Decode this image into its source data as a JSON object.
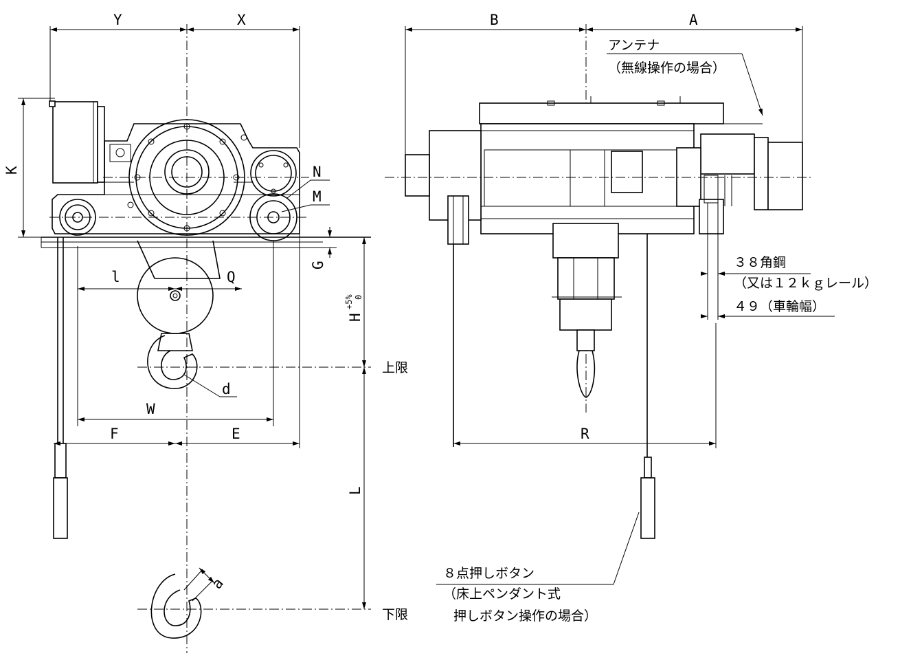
{
  "dimensions": {
    "Y": "Y",
    "X": "X",
    "B": "B",
    "A": "A",
    "K": "K",
    "N": "N",
    "M": "M",
    "G": "G",
    "l": "l",
    "Q": "Q",
    "H": "H",
    "H_tol_upper": "+5%",
    "H_tol_lower": "0",
    "W": "W",
    "F": "F",
    "E": "E",
    "R": "R",
    "L": "L",
    "d": "d",
    "a": "a"
  },
  "annotations": {
    "antenna": "アンテナ",
    "antenna_note": "（無線操作の場合）",
    "rail_size": "３８角鋼",
    "rail_alt": "（又は１２ｋｇレール）",
    "wheel_width": "４９（車輪幅）",
    "upper_limit": "上限",
    "lower_limit": "下限",
    "pushbutton": "８点押しボタン",
    "pushbutton_note1": "（床上ペンダント式",
    "pushbutton_note2": "押しボタン操作の場合）"
  }
}
